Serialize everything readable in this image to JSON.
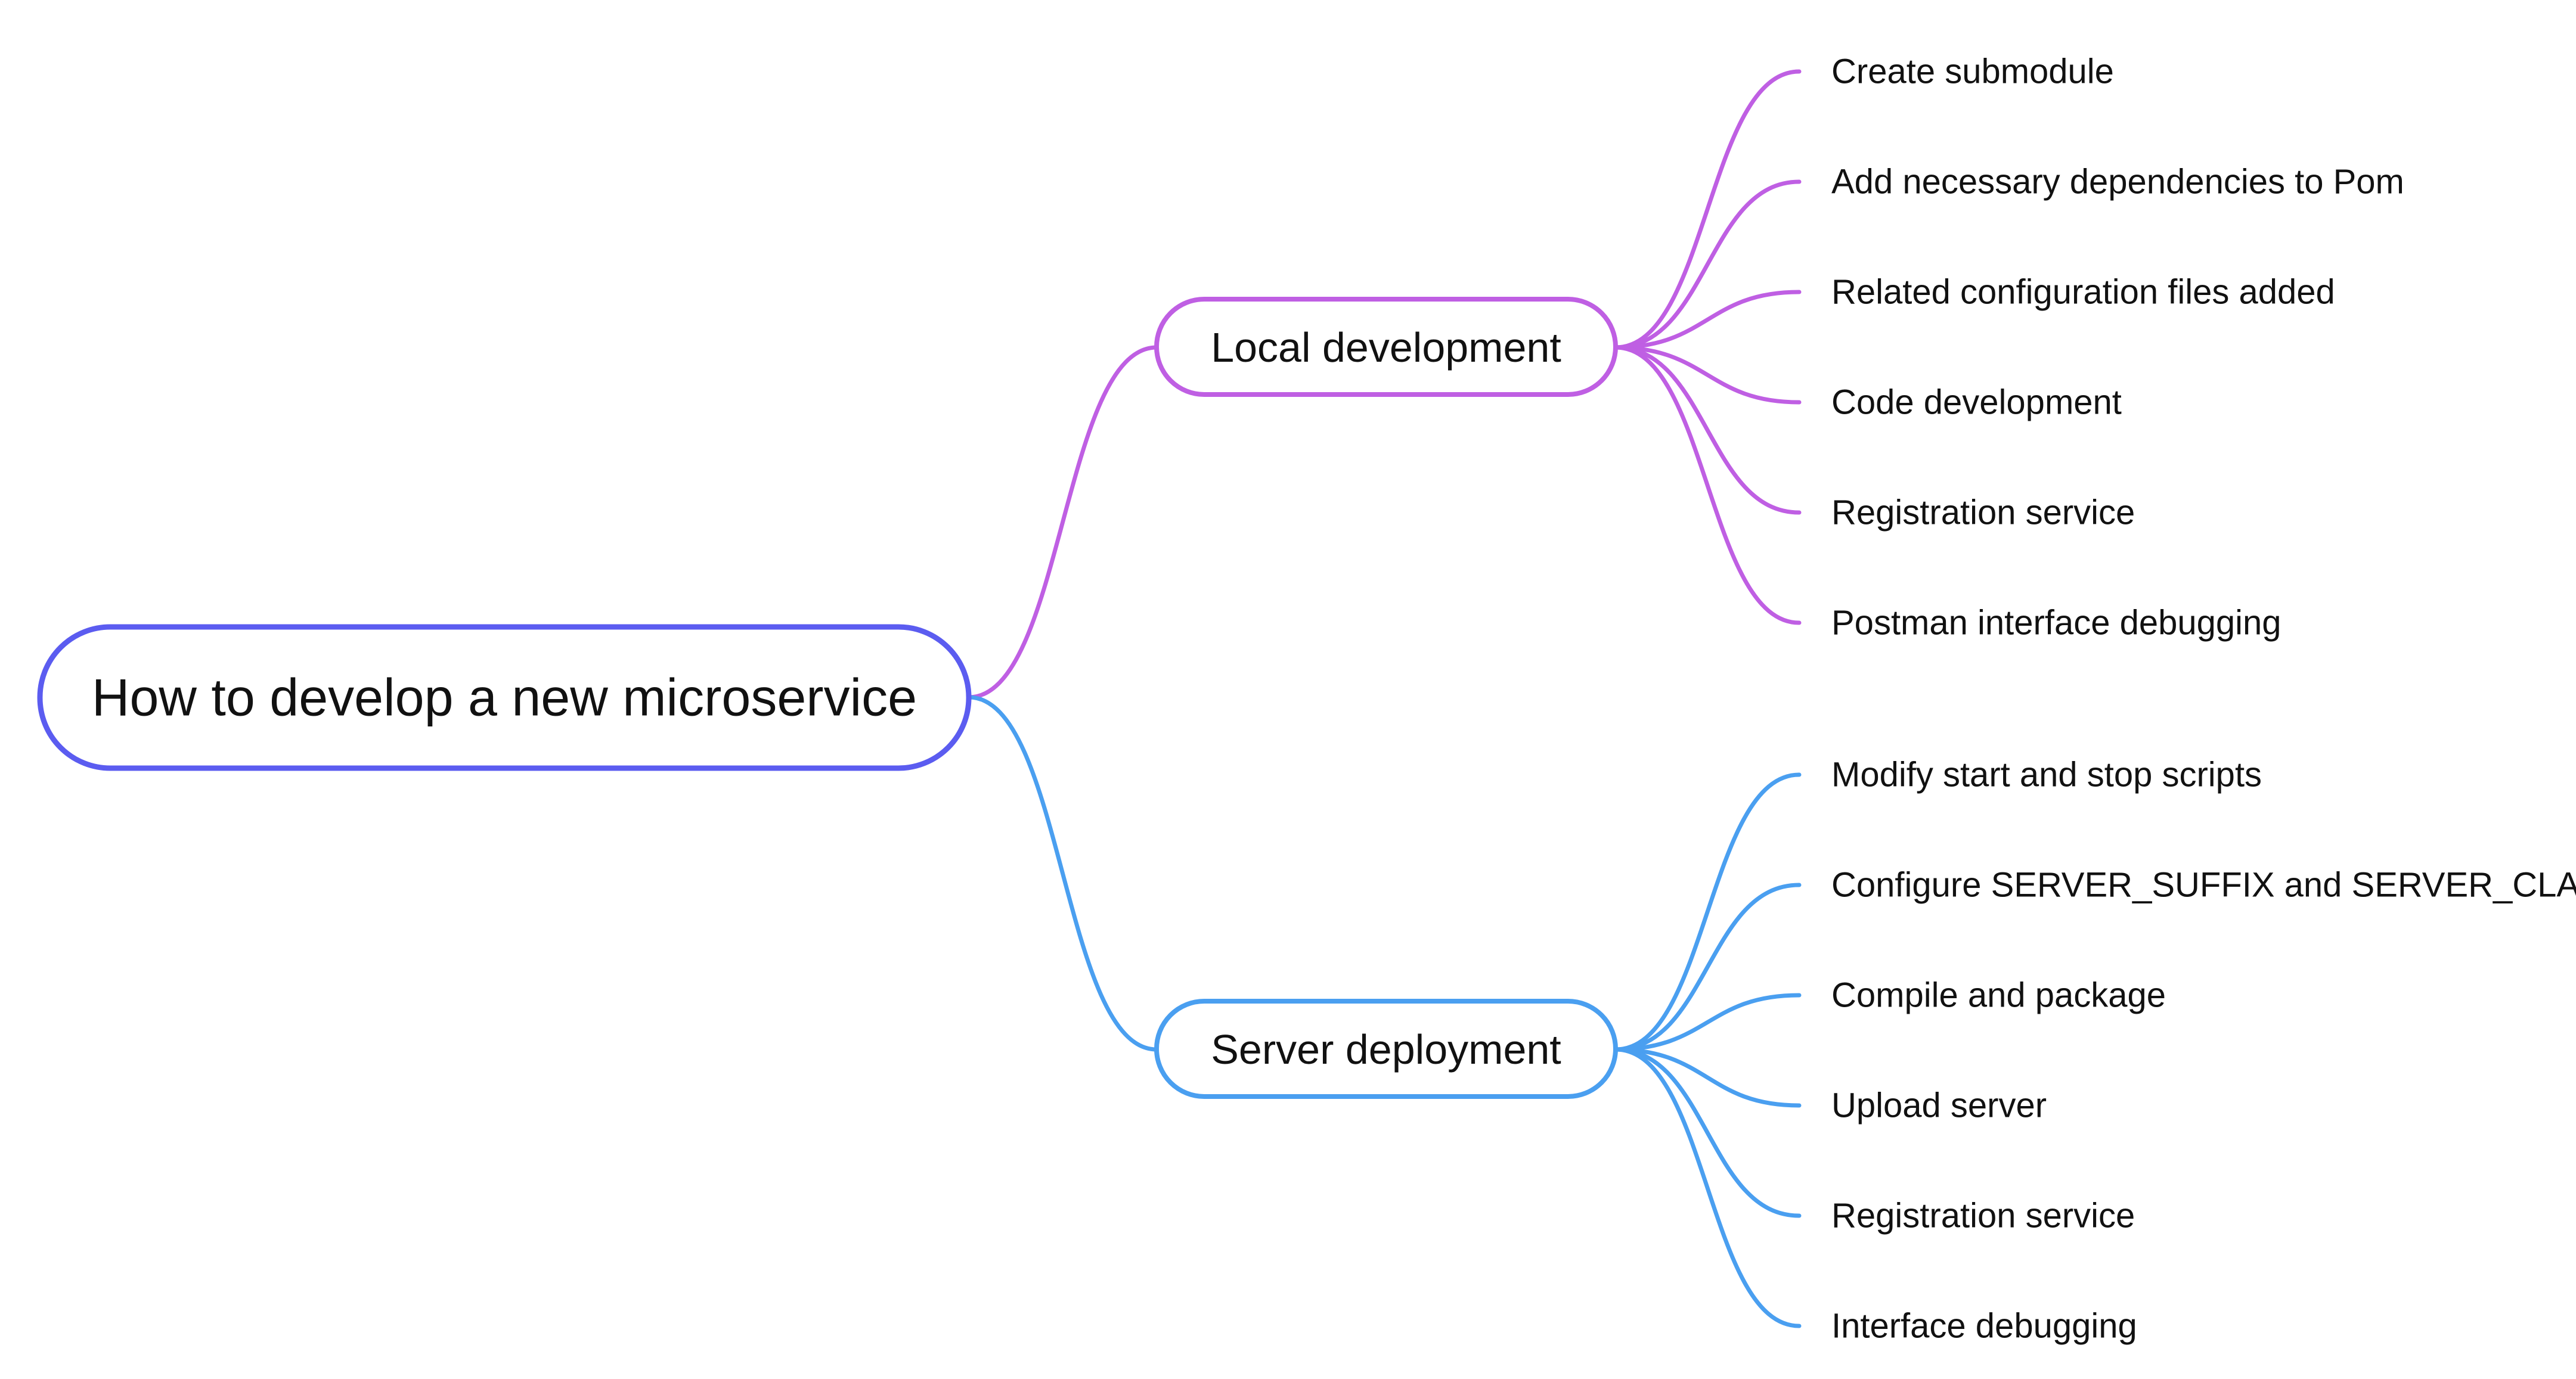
{
  "root": {
    "label": "How to develop a new microservice",
    "color": "#5b5cf0"
  },
  "branches": [
    {
      "label": "Local development",
      "color": "#bf5fe3",
      "children": [
        "Create submodule",
        "Add necessary dependencies to Pom",
        "Related configuration files added",
        "Code development",
        "Registration service",
        "Postman interface debugging"
      ]
    },
    {
      "label": "Server deployment",
      "color": "#4a9ff0",
      "children": [
        "Modify start and stop scripts",
        "Configure SERVER_SUFFIX and SERVER_CLASS",
        "Compile and package",
        "Upload server",
        "Registration service",
        "Interface debugging"
      ]
    }
  ]
}
